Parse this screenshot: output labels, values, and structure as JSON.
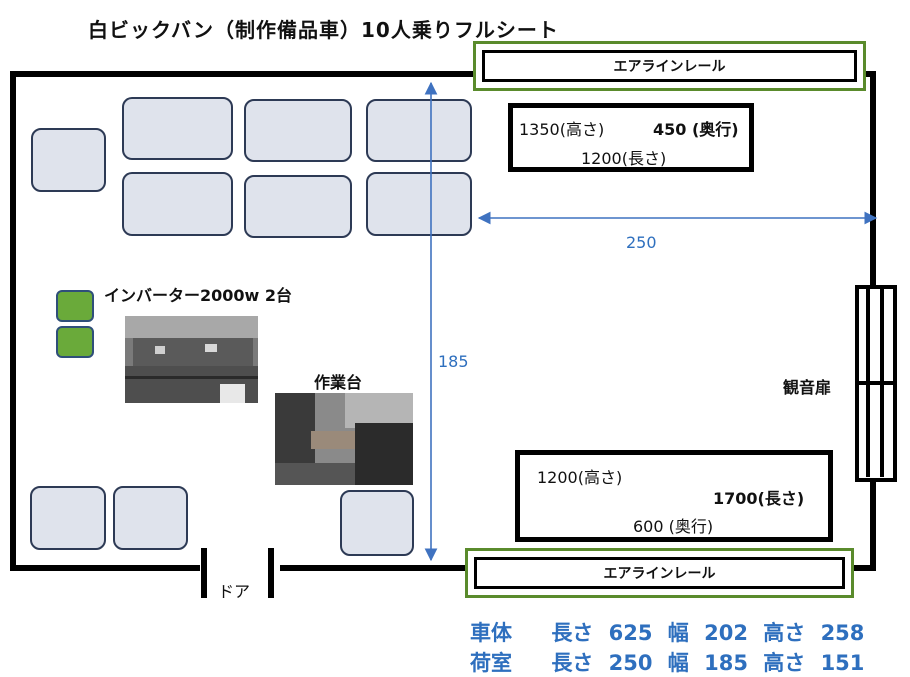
{
  "title": "白ビックバン（制作備品車）10人乗りフルシート",
  "rail_top_label": "エアラインレール",
  "rail_bottom_label": "エアラインレール",
  "box_top": {
    "line1_a": "1350(高さ)",
    "line1_b": "450 (奥行)",
    "line2": "1200(長さ)"
  },
  "box_bottom": {
    "line1": "1200(高さ)",
    "line2": "1700(長さ)",
    "line3": "600 (奥行)"
  },
  "dim_width": "250",
  "dim_height": "185",
  "inverter_label": "インバーター2000w 2台",
  "workbench_label": "作業台",
  "side_door_label": "観音扉",
  "door_label": "ドア",
  "stats": [
    {
      "name": "車体",
      "l_label": "長さ",
      "l_val": "625",
      "w_label": "幅",
      "w_val": "202",
      "h_label": "高さ",
      "h_val": "258"
    },
    {
      "name": "荷室",
      "l_label": "長さ",
      "l_val": "250",
      "w_label": "幅",
      "w_val": "185",
      "h_label": "高さ",
      "h_val": "151"
    }
  ],
  "colors": {
    "seat_fill": "#dfe3ec",
    "seat_border": "#2d3a55",
    "inverter_fill": "#6aaa3a",
    "rail_outline": "#5a8b2c",
    "dimension_blue": "#2e6fbe"
  }
}
